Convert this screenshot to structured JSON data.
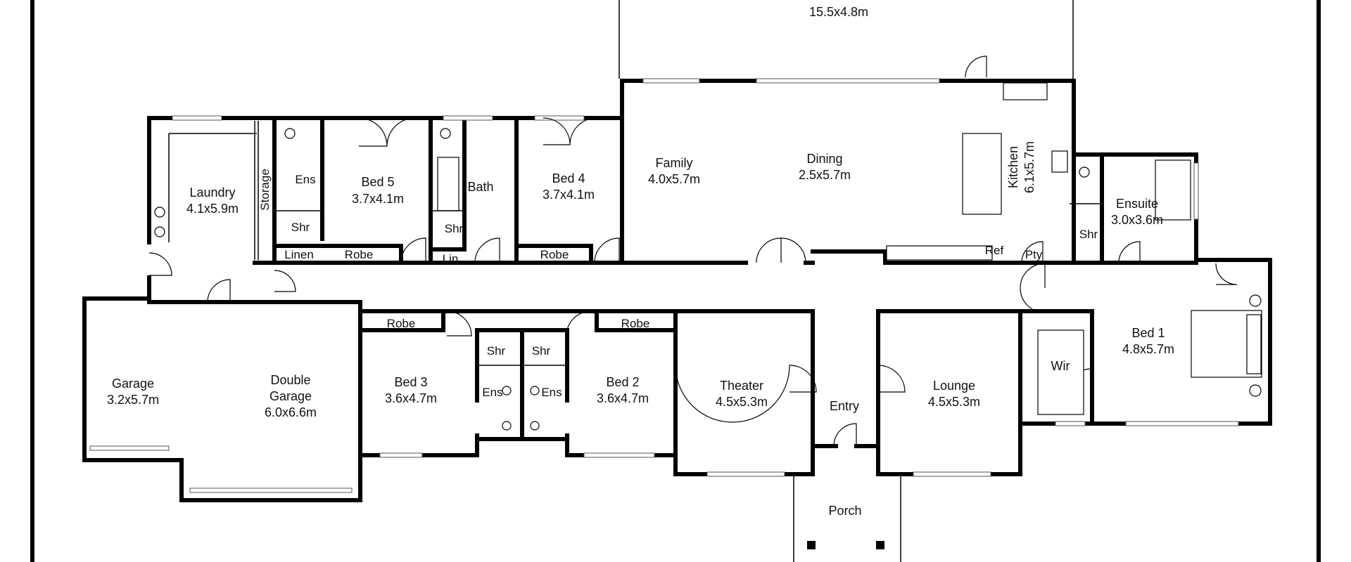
{
  "rooms": {
    "alfresco": {
      "dims": "15.5x4.8m"
    },
    "family": {
      "name": "Family",
      "dims": "4.0x5.7m"
    },
    "dining": {
      "name": "Dining",
      "dims": "2.5x5.7m"
    },
    "kitchen": {
      "name": "Kitchen",
      "dims": "6.1x5.7m"
    },
    "laundry": {
      "name": "Laundry",
      "dims": "4.1x5.9m"
    },
    "storage": {
      "name": "Storage"
    },
    "ens_bed5": {
      "name": "Ens"
    },
    "shr_bed5": {
      "name": "Shr"
    },
    "linen": {
      "name": "Linen"
    },
    "bed5": {
      "name": "Bed 5",
      "dims": "3.7x4.1m"
    },
    "robe_bed5": {
      "name": "Robe"
    },
    "bath": {
      "name": "Bath"
    },
    "shr_bath": {
      "name": "Shr"
    },
    "lin": {
      "name": "Lin"
    },
    "bed4": {
      "name": "Bed 4",
      "dims": "3.7x4.1m"
    },
    "robe_bed4": {
      "name": "Robe"
    },
    "ensuite": {
      "name": "Ensuite",
      "dims": "3.0x3.6m"
    },
    "shr_ensuite": {
      "name": "Shr"
    },
    "ref": {
      "name": "Ref"
    },
    "pty": {
      "name": "Pty"
    },
    "garage": {
      "name": "Garage",
      "dims": "3.2x5.7m"
    },
    "double_garage": {
      "name": "Double",
      "name2": "Garage",
      "dims": "6.0x6.6m"
    },
    "bed3": {
      "name": "Bed 3",
      "dims": "3.6x4.7m"
    },
    "robe_bed3": {
      "name": "Robe"
    },
    "shr_a": {
      "name": "Shr"
    },
    "shr_b": {
      "name": "Shr"
    },
    "ens_a": {
      "name": "Ens"
    },
    "ens_b": {
      "name": "Ens"
    },
    "bed2": {
      "name": "Bed 2",
      "dims": "3.6x4.7m"
    },
    "robe_bed2": {
      "name": "Robe"
    },
    "theater": {
      "name": "Theater",
      "dims": "4.5x5.3m"
    },
    "entry": {
      "name": "Entry"
    },
    "lounge": {
      "name": "Lounge",
      "dims": "4.5x5.3m"
    },
    "wir": {
      "name": "Wir"
    },
    "bed1": {
      "name": "Bed 1",
      "dims": "4.8x5.7m"
    },
    "porch": {
      "name": "Porch"
    }
  }
}
